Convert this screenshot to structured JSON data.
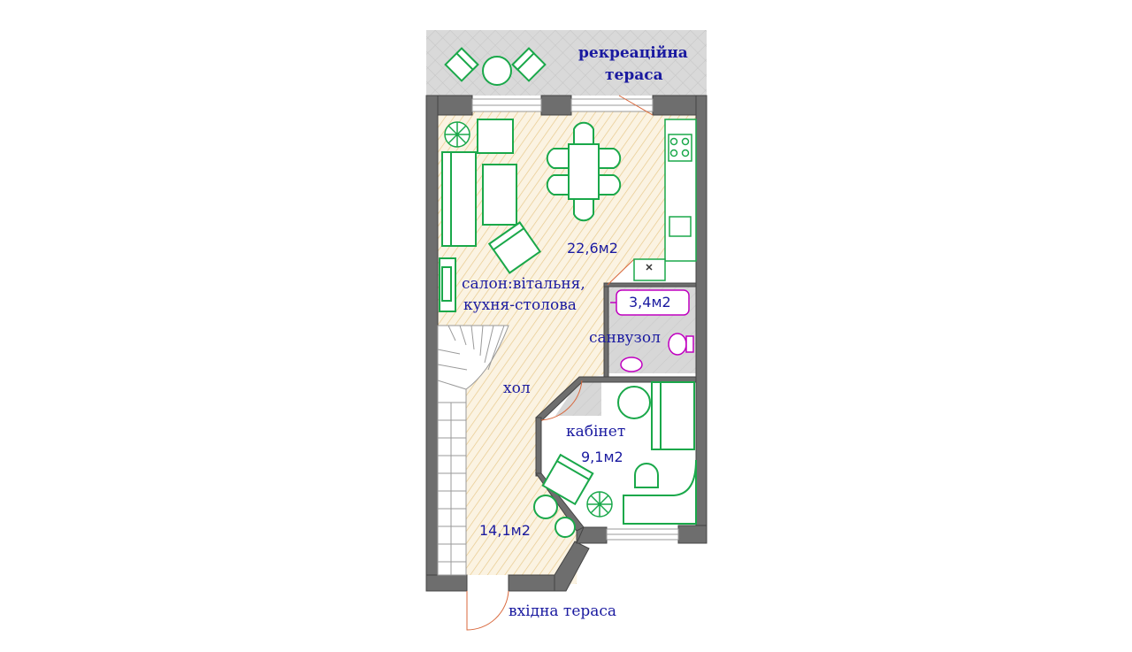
{
  "plan": {
    "labels": {
      "recreation_terrace_line1": "рекреаційна",
      "recreation_terrace_line2": "тераса",
      "salon_line1": "салон:вітальня,",
      "salon_line2": "кухня-столова",
      "salon_area": "22,6м2",
      "bathroom_area": "3,4м2",
      "bathroom": "санвузол",
      "hall": "хол",
      "hall_area": "14,1м2",
      "study": "кабінет",
      "study_area": "9,1м2",
      "entrance_terrace": "вхідна тераса"
    },
    "colors": {
      "wall": "#6e6e6e",
      "floor_hatch": "#e8c98c",
      "furniture": "#1aa84a",
      "sanitary": "#c000c0",
      "text": "#1a1aa0",
      "terrace": "#d9d9d9"
    }
  }
}
